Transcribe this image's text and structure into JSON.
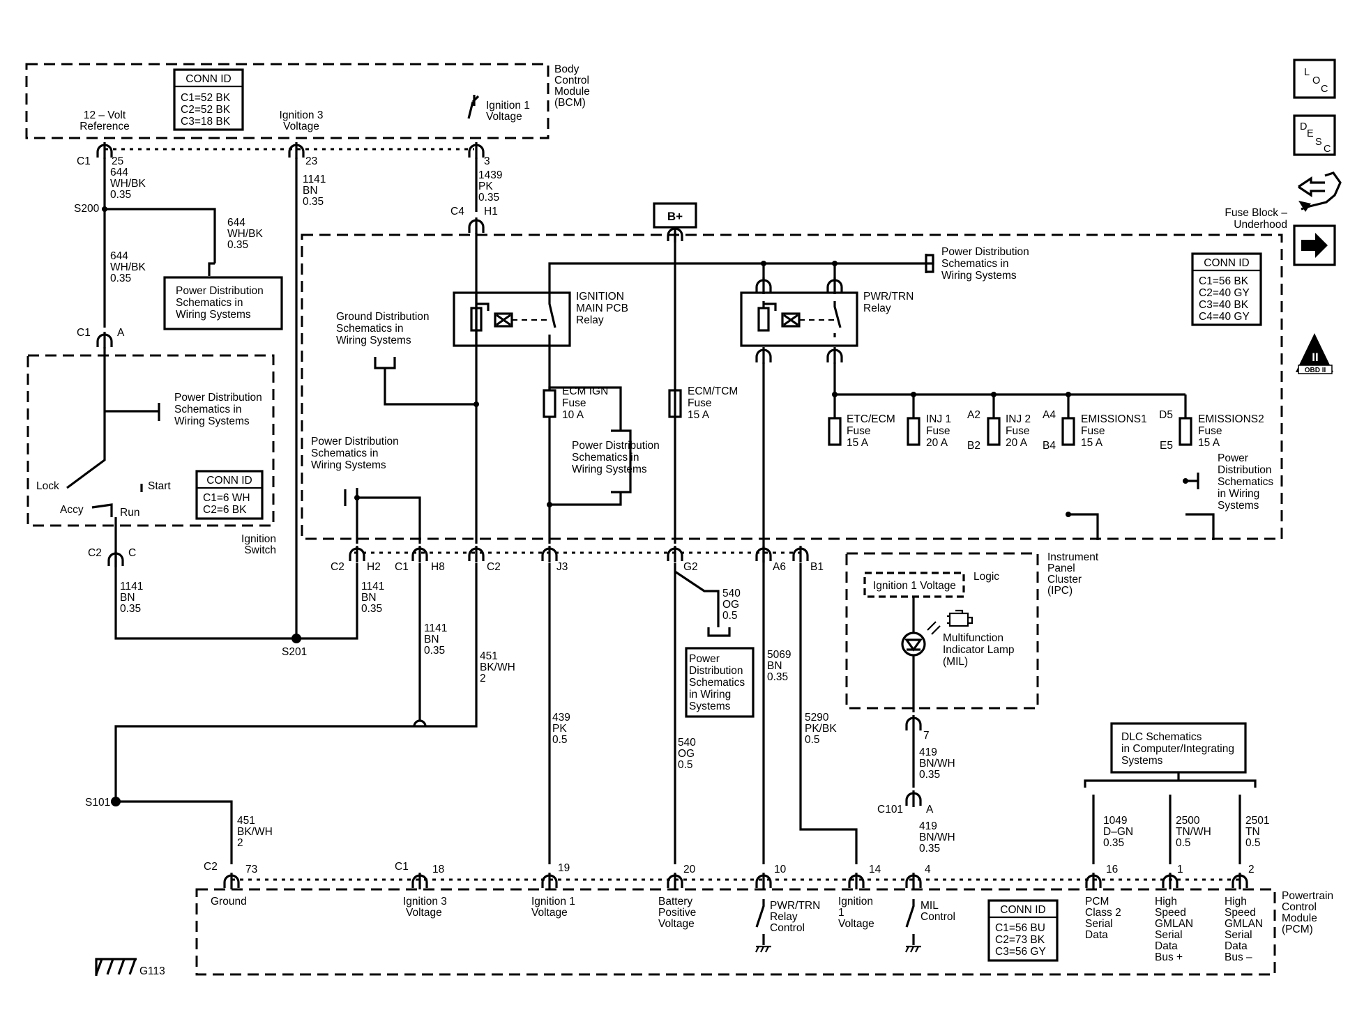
{
  "bcm": {
    "name": [
      "Body",
      "Control",
      "Module",
      "(BCM)"
    ],
    "conn_title": "CONN ID",
    "conn": [
      "C1=52 BK",
      "C2=52 BK",
      "C3=18 BK"
    ],
    "pin_12v": [
      "12 – Volt",
      "Reference"
    ],
    "pin_ign3": [
      "Ignition 3",
      "Voltage"
    ],
    "pin_ign1": [
      "Ignition 1",
      "Voltage"
    ]
  },
  "bplus": "B+",
  "fuse_block": {
    "name": [
      "Fuse Block –",
      "Underhood"
    ],
    "conn_title": "CONN ID",
    "conn": [
      "C1=56 BK",
      "C2=40 GY",
      "C3=40 BK",
      "C4=40 GY"
    ],
    "ign_relay": [
      "IGNITION",
      "MAIN PCB",
      "Relay"
    ],
    "pwr_relay": [
      "PWR/TRN",
      "Relay"
    ],
    "fuses": {
      "ecm_ign": [
        "ECM IGN",
        "Fuse",
        "10 A"
      ],
      "ecm_tcm": [
        "ECM/TCM",
        "Fuse",
        "15 A"
      ],
      "etc_ecm": [
        "ETC/ECM",
        "Fuse",
        "15 A"
      ],
      "inj1": [
        "INJ 1",
        "Fuse",
        "20 A"
      ],
      "inj2": [
        "INJ 2",
        "Fuse",
        "20 A"
      ],
      "emis1": [
        "EMISSIONS1",
        "Fuse",
        "15 A"
      ],
      "emis2": [
        "EMISSIONS2",
        "Fuse",
        "15 A"
      ]
    },
    "fuse_pins": {
      "a2": "A2",
      "b2": "B2",
      "a4": "A4",
      "b4": "B4",
      "d5": "D5",
      "e5": "E5"
    }
  },
  "references": {
    "pdist": [
      "Power Distribution",
      "Schematics in",
      "Wiring Systems"
    ],
    "pdist_tall": [
      "Power",
      "Distribution",
      "Schematics",
      "in Wiring",
      "Systems"
    ],
    "gdist": [
      "Ground Distribution",
      "Schematics in",
      "Wiring Systems"
    ],
    "dlc": [
      "DLC Schematics",
      "in Computer/Integrating",
      "Systems"
    ]
  },
  "ignition_switch": {
    "name": [
      "Ignition",
      "Switch"
    ],
    "conn_title": "CONN ID",
    "conn": [
      "C1=6 WH",
      "C2=6 BK"
    ],
    "positions": {
      "lock": "Lock",
      "start": "Start",
      "accy": "Accy",
      "run": "Run"
    }
  },
  "ipc": {
    "name": [
      "Instrument",
      "Panel",
      "Cluster",
      "(IPC)"
    ],
    "logic": "Logic",
    "ign1": "Ignition 1 Voltage",
    "mil": [
      "Multifunction",
      "Indicator Lamp",
      "(MIL)"
    ]
  },
  "pcm": {
    "name": [
      "Powertrain",
      "Control",
      "Module",
      "(PCM)"
    ],
    "conn_title": "CONN ID",
    "conn": [
      "C1=56 BU",
      "C2=73 BK",
      "C3=56 GY"
    ],
    "ground": "Ground",
    "ign3": [
      "Ignition 3",
      "Voltage"
    ],
    "ign1": [
      "Ignition 1",
      "Voltage"
    ],
    "batt": [
      "Battery",
      "Positive",
      "Voltage"
    ],
    "pwr_ctrl": [
      "PWR/TRN",
      "Relay",
      "Control"
    ],
    "ign1b": [
      "Ignition",
      "1",
      "Voltage"
    ],
    "mil_ctrl": [
      "MIL",
      "Control"
    ],
    "class2": [
      "PCM",
      "Class 2",
      "Serial",
      "Data"
    ],
    "gmlan_p": [
      "High",
      "Speed",
      "GMLAN",
      "Serial",
      "Data",
      "Bus +"
    ],
    "gmlan_m": [
      "High",
      "Speed",
      "GMLAN",
      "Serial",
      "Data",
      "Bus –"
    ]
  },
  "splices": {
    "s200": "S200",
    "s201": "S201",
    "s101": "S101",
    "g113": "G113"
  },
  "connectors": {
    "c1": "C1",
    "c2": "C2",
    "c4": "C4",
    "c101": "C101",
    "a": "A",
    "c": "C",
    "h1": "H1",
    "h2": "H2",
    "h8": "H8",
    "j3": "J3",
    "g2": "G2",
    "a6": "A6",
    "b1": "B1"
  },
  "pins": {
    "p25": "25",
    "p23": "23",
    "p3": "3",
    "p73": "73",
    "p18": "18",
    "p19": "19",
    "p20": "20",
    "p10": "10",
    "p14": "14",
    "p4": "4",
    "p16": "16",
    "p1": "1",
    "p2": "2",
    "p7": "7"
  },
  "wires": {
    "w644": [
      "644",
      "WH/BK",
      "0.35"
    ],
    "w1141": [
      "1141",
      "BN",
      "0.35"
    ],
    "w1439": [
      "1439",
      "PK",
      "0.35"
    ],
    "w451": [
      "451",
      "BK/WH",
      "2"
    ],
    "w439": [
      "439",
      "PK",
      "0.5"
    ],
    "w540": [
      "540",
      "OG",
      "0.5"
    ],
    "w5069": [
      "5069",
      "BN",
      "0.35"
    ],
    "w5290": [
      "5290",
      "PK/BK",
      "0.5"
    ],
    "w419": [
      "419",
      "BN/WH",
      "0.35"
    ],
    "w1049": [
      "1049",
      "D–GN",
      "0.35"
    ],
    "w2500": [
      "2500",
      "TN/WH",
      "0.5"
    ],
    "w2501": [
      "2501",
      "TN",
      "0.5"
    ]
  },
  "nav": {
    "loc": [
      "L",
      "O",
      "C"
    ],
    "desc": [
      "D",
      "E",
      "S",
      "C"
    ],
    "obd": [
      "II",
      "OBD II"
    ]
  }
}
